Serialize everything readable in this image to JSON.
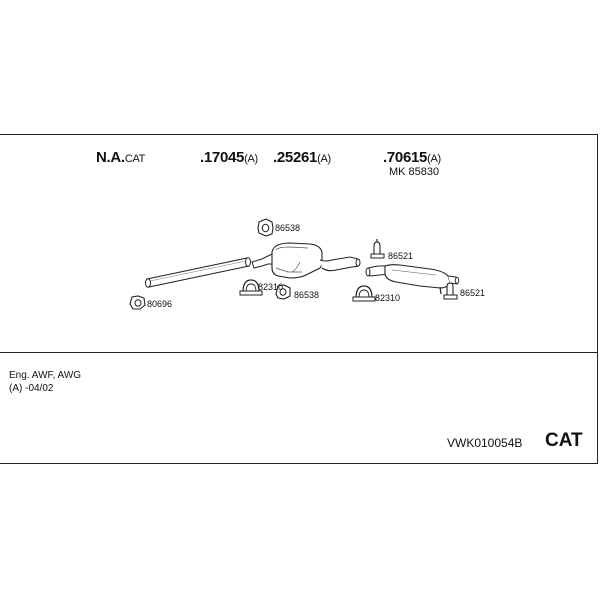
{
  "header": {
    "parts": [
      {
        "main": "N.A.",
        "suffix": "CAT"
      },
      {
        "main": ".17045",
        "suffix": "(A)"
      },
      {
        "main": ".25261",
        "suffix": "(A)"
      },
      {
        "main": ".70615",
        "suffix": "(A)"
      }
    ],
    "sub_number": "MK 85830"
  },
  "components": {
    "gasket_upper": "86538",
    "hanger_upper": "86521",
    "clamp_mid": "82310",
    "clip_mid": "86538",
    "clamp_rear": "82310",
    "hanger_rear": "86521",
    "gasket_left": "80696"
  },
  "notes": {
    "engine": "Eng. AWF, AWG",
    "date_range": "(A) -04/02"
  },
  "footer": {
    "kit_code": "VWK010054B",
    "category": "CAT"
  }
}
